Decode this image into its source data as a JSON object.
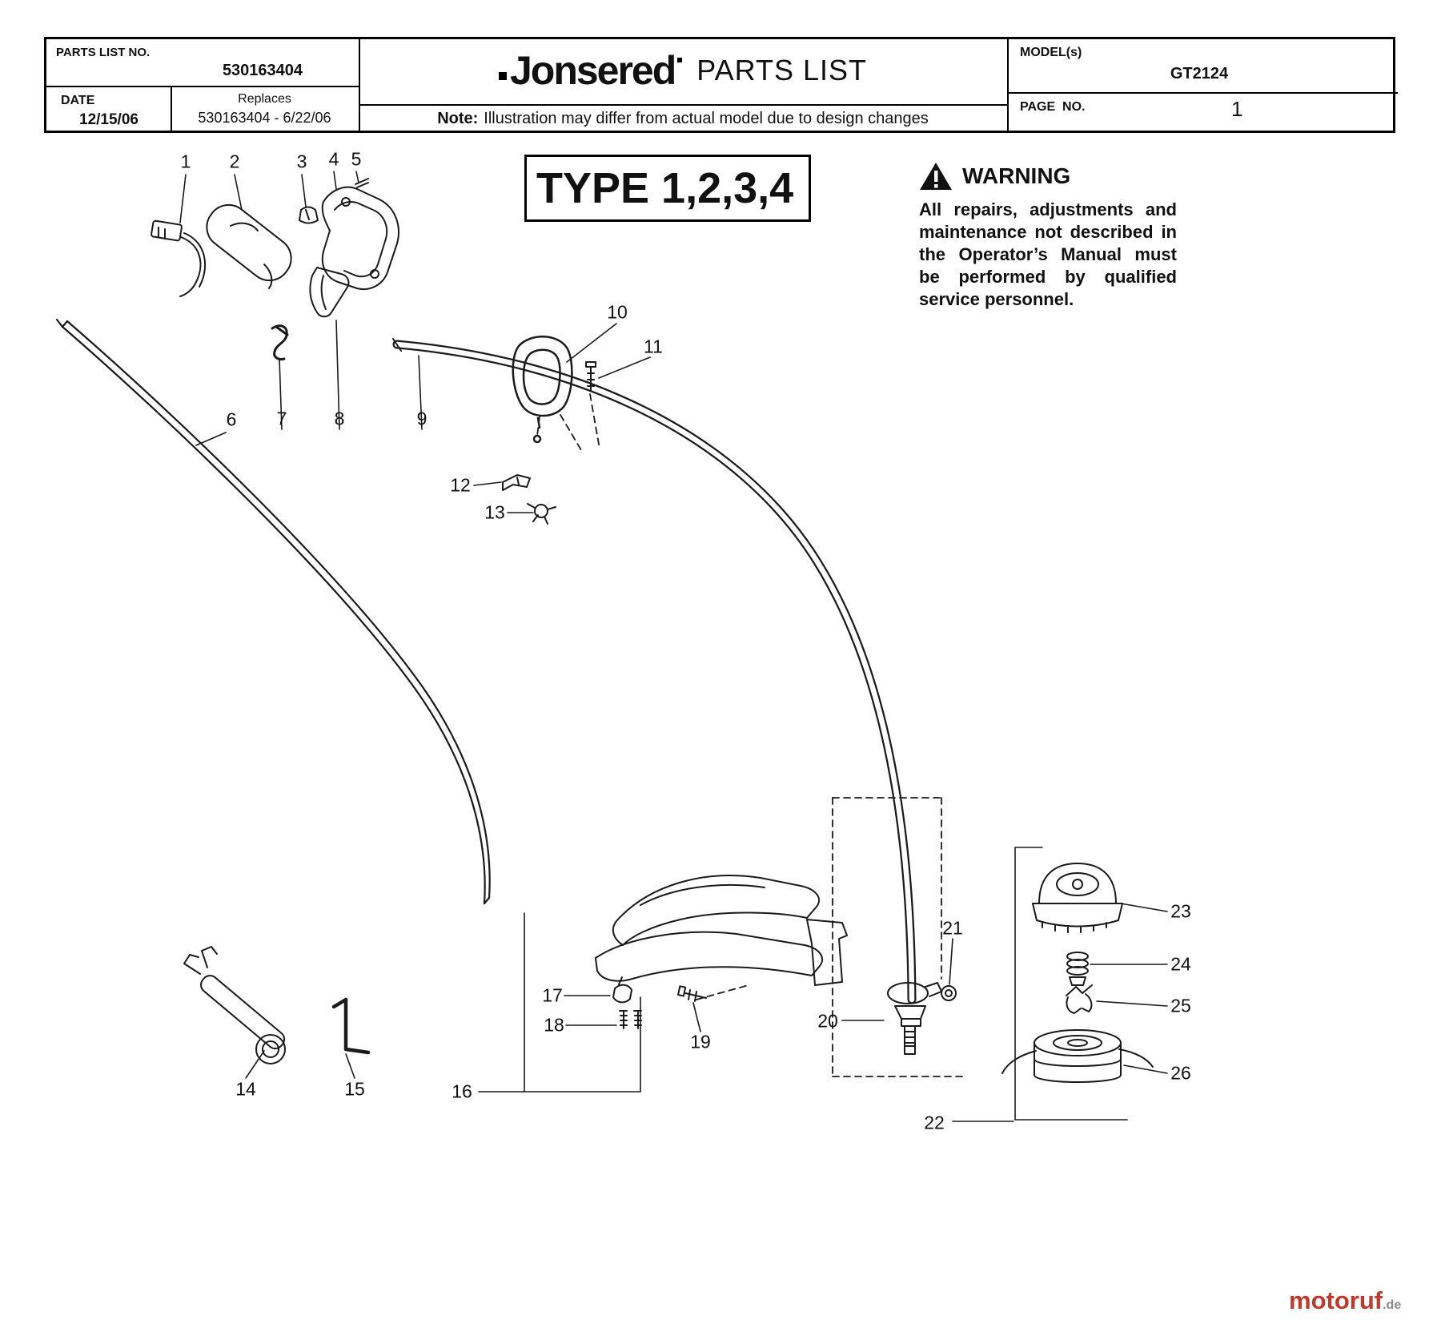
{
  "header": {
    "parts_list_no_label": "PARTS LIST NO.",
    "parts_list_no": "530163404",
    "date_label": "DATE",
    "date": "12/15/06",
    "replaces_label": "Replaces",
    "replaces": "530163404 - 6/22/06",
    "brand": "Jonsered",
    "title": "PARTS LIST",
    "note_label": "Note:",
    "note": "Illustration may differ from actual model due to design changes",
    "models_label": "MODEL(s)",
    "model": "GT2124",
    "page_label": "PAGE  NO.",
    "page": "1"
  },
  "type_box_label": "TYPE 1,2,3,4",
  "warning": {
    "title": "WARNING",
    "body": "All repairs, adjustments and maintenance not described in the Operator’s Manual must be performed by qualified service personnel."
  },
  "callouts": [
    "1",
    "2",
    "3",
    "4",
    "5",
    "6",
    "7",
    "8",
    "9",
    "10",
    "11",
    "12",
    "13",
    "14",
    "15",
    "16",
    "17",
    "18",
    "19",
    "20",
    "21",
    "22",
    "23",
    "24",
    "25",
    "26"
  ],
  "watermark": {
    "name": "motoruf",
    "tld": ".de"
  }
}
